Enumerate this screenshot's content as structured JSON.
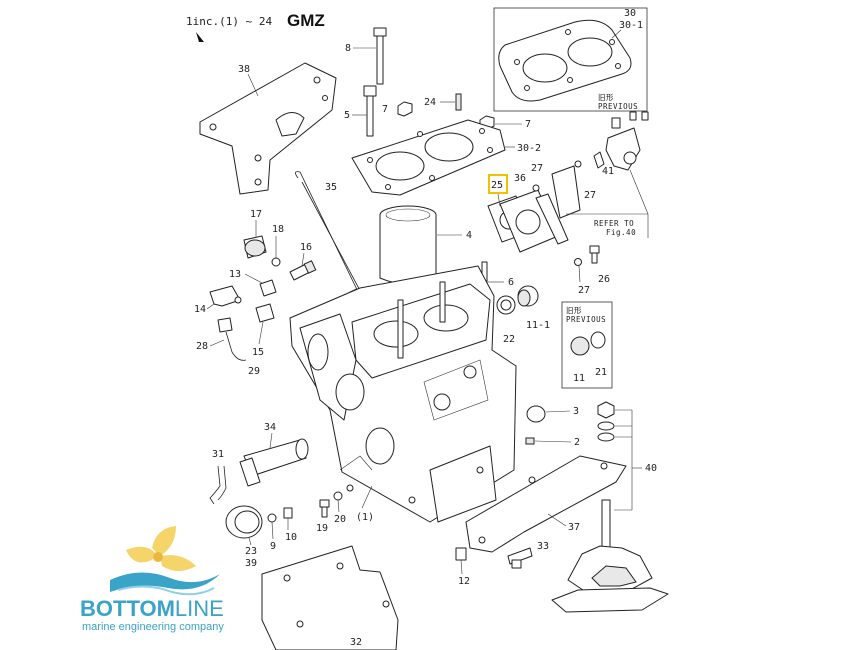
{
  "header": {
    "inc_note": "1inc.(1) ~ 24",
    "model": "GMZ"
  },
  "callouts": {
    "previous_top": "旧形\nPREVIOUS",
    "previous_top_jp": "旧形",
    "previous_top_en": "PREVIOUS",
    "previous_right_jp": "旧形",
    "previous_right_en": "PREVIOUS",
    "refer_to": "REFER TO",
    "refer_fig": "Fig.40"
  },
  "part_numbers": {
    "p1": "(1)",
    "p2": "2",
    "p3": "3",
    "p4": "4",
    "p5": "5",
    "p6": "6",
    "p7a": "7",
    "p7b": "7",
    "p8": "8",
    "p9": "9",
    "p10": "10",
    "p11": "11",
    "p11_1": "11-1",
    "p12": "12",
    "p13": "13",
    "p14": "14",
    "p15": "15",
    "p16": "16",
    "p17": "17",
    "p18": "18",
    "p19": "19",
    "p20": "20",
    "p21": "21",
    "p22": "22",
    "p23": "23",
    "p24": "24",
    "p25": "25",
    "p26": "26",
    "p27a": "27",
    "p27b": "27",
    "p27c": "27",
    "p28": "28",
    "p29": "29",
    "p30": "30",
    "p30_1": "30-1",
    "p30_2": "30-2",
    "p31": "31",
    "p32": "32",
    "p33": "33",
    "p34": "34",
    "p35": "35",
    "p36": "36",
    "p37": "37",
    "p38": "38",
    "p39": "39",
    "p40": "40",
    "p41": "41"
  },
  "logo": {
    "word_bold": "BOTTOM",
    "word_light": "LINE",
    "tagline": "marine engineering company",
    "colors": {
      "propeller": "#f5d46a",
      "wave": "#3aa3c8",
      "text": "#3aa3c8"
    }
  },
  "highlight_color": "#f2c200"
}
